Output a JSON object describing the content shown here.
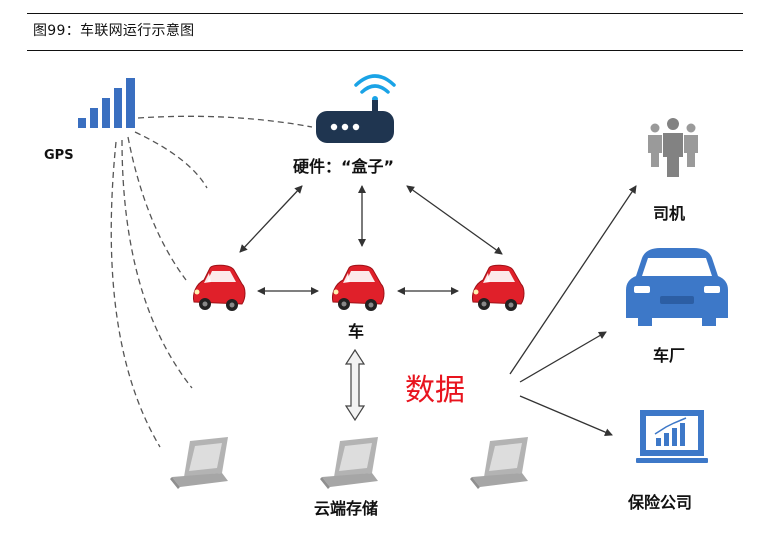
{
  "caption": "图99：车联网运行示意图",
  "labels": {
    "gps": "GPS",
    "hardware": "硬件：“盒子”",
    "car": "车",
    "data": "数据",
    "cloud": "云端存储",
    "driver": "司机",
    "automaker": "车厂",
    "insurer": "保险公司"
  },
  "colors": {
    "car_red": "#e0202a",
    "data_text": "#e8141e",
    "router_navy": "#1f3550",
    "wifi_blue": "#1aa3e6",
    "signal_blue": "#3a6fc0",
    "car_blue": "#3d78c8",
    "people_gray": "#9a9a9a",
    "laptop_gray": "#b3b3b3"
  }
}
